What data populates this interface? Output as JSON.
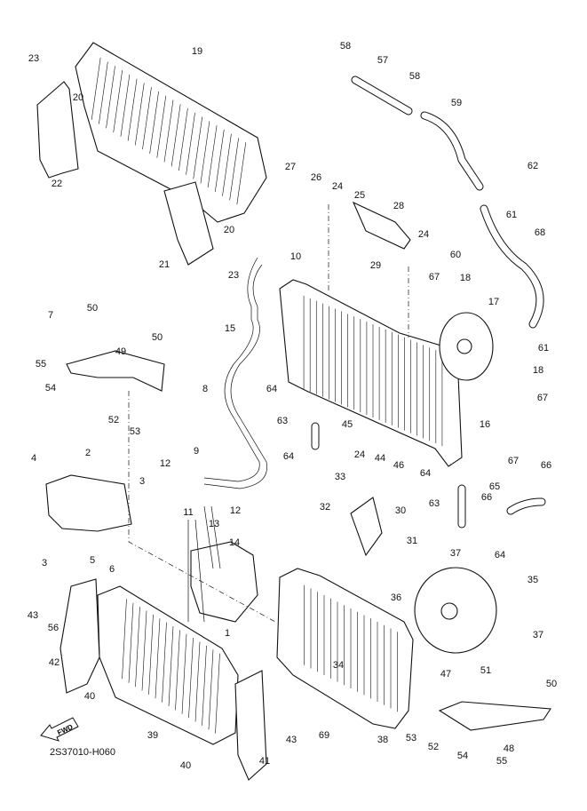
{
  "diagram_code": "2S37010-H060",
  "direction_label": "FWD",
  "callouts": [
    "23",
    "19",
    "20",
    "22",
    "20",
    "21",
    "23",
    "10",
    "15",
    "58",
    "57",
    "58",
    "59",
    "62",
    "61",
    "27",
    "26",
    "24",
    "25",
    "28",
    "24",
    "29",
    "68",
    "60",
    "67",
    "18",
    "17",
    "61",
    "18",
    "67",
    "16",
    "7",
    "50",
    "50",
    "49",
    "55",
    "54",
    "8",
    "64",
    "63",
    "45",
    "24",
    "44",
    "46",
    "52",
    "53",
    "64",
    "67",
    "9",
    "12",
    "4",
    "2",
    "3",
    "12",
    "11",
    "13",
    "14",
    "33",
    "64",
    "66",
    "30",
    "32",
    "63",
    "65",
    "66",
    "31",
    "64",
    "3",
    "5",
    "6",
    "37",
    "36",
    "35",
    "1",
    "43",
    "56",
    "37",
    "42",
    "34",
    "47",
    "51",
    "40",
    "39",
    "69",
    "38",
    "53",
    "52",
    "50",
    "48",
    "54",
    "55",
    "43",
    "40",
    "41"
  ]
}
